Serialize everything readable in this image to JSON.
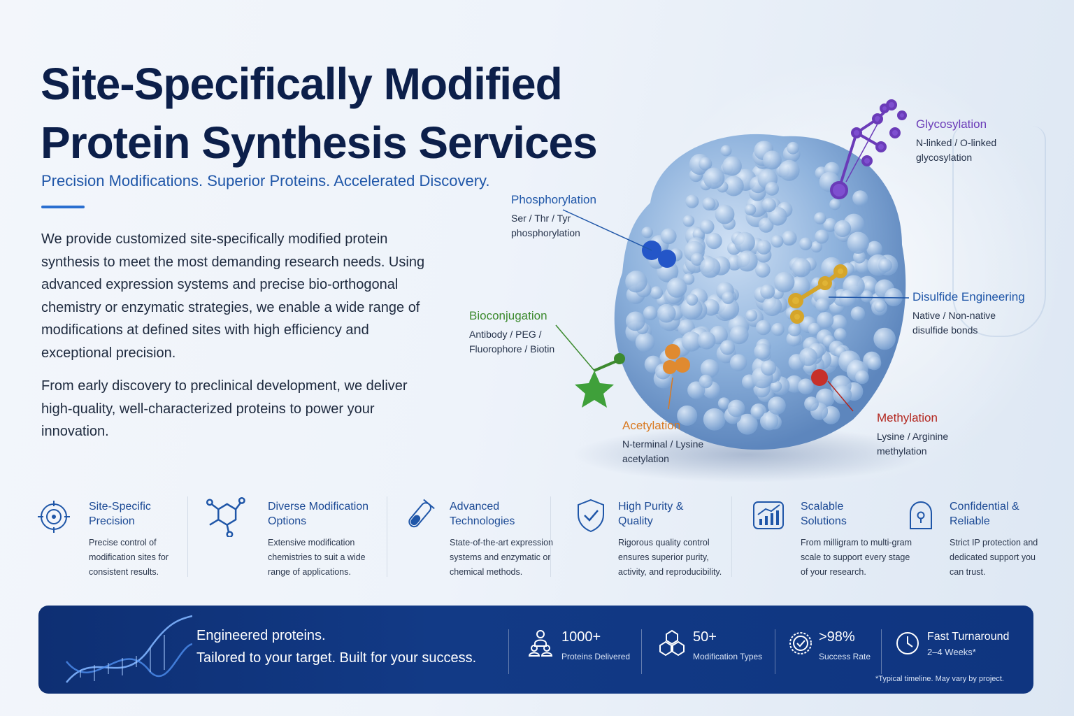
{
  "hero": {
    "title_line1": "Site-Specifically Modified",
    "title_line2": "Protein Synthesis Services",
    "tagline": "Precision Modifications. Superior Proteins. Accelerated Discovery."
  },
  "intro": {
    "p1": "We provide customized site-specifically modified protein synthesis to meet the most demanding research needs. Using advanced expression systems and precise bio-orthogonal chemistry or enzymatic strategies, we enable a wide range of modifications at defined sites with high efficiency and exceptional precision.",
    "p2": "From early discovery to preclinical development, we deliver high-quality, well-characterized proteins to power your innovation."
  },
  "modifications": {
    "glycosylation": {
      "title": "Glycosylation",
      "desc": "N-linked / O-linked glycosylation",
      "color": "#6a3bb8"
    },
    "phosphorylation": {
      "title": "Phosphorylation",
      "desc": "Ser / Thr / Tyr phosphorylation",
      "color": "#1f56a8"
    },
    "disulfide": {
      "title": "Disulfide Engineering",
      "desc": "Native / Non-native disulfide bonds",
      "color": "#1f56a8"
    },
    "bioconjugation": {
      "title": "Bioconjugation",
      "desc": "Antibody / PEG / Fluorophore / Biotin",
      "color": "#3c8a2e"
    },
    "acetylation": {
      "title": "Acetylation",
      "desc": "N-terminal / Lysine acetylation",
      "color": "#d97a22"
    },
    "methylation": {
      "title": "Methylation",
      "desc": "Lysine / Arginine methylation",
      "color": "#b3261e"
    }
  },
  "features": [
    {
      "title": "Site-Specific Precision",
      "desc": "Precise control of modification sites for consistent results.",
      "icon": "target-icon"
    },
    {
      "title": "Diverse Modification Options",
      "desc": "Extensive modification chemistries to suit a wide range of applications.",
      "icon": "molecule-icon"
    },
    {
      "title": "Advanced Technologies",
      "desc": "State-of-the-art expression systems and enzymatic or chemical methods.",
      "icon": "test-tube-icon"
    },
    {
      "title": "High Purity & Quality",
      "desc": "Rigorous quality control ensures superior purity, activity, and reproducibility.",
      "icon": "shield-check-icon"
    },
    {
      "title": "Scalable Solutions",
      "desc": "From milligram to multi-gram scale to support every stage of your research.",
      "icon": "growth-chart-icon"
    },
    {
      "title": "Confidential & Reliable",
      "desc": "Strict IP protection and dedicated support you can trust.",
      "icon": "lock-icon"
    }
  ],
  "banner": {
    "slogan_line1": "Engineered proteins.",
    "slogan_line2": "Tailored to your target. Built for your success.",
    "stats": [
      {
        "value": "1000+",
        "label": "Proteins Delivered",
        "icon": "people-icon"
      },
      {
        "value": "50+",
        "label": "Modification Types",
        "icon": "hexagons-icon"
      },
      {
        "value": ">98%",
        "label": "Success Rate",
        "icon": "badge-check-icon"
      },
      {
        "value": "Fast Turnaround",
        "label": "2–4 Weeks*",
        "icon": "clock-icon"
      }
    ],
    "footnote": "*Typical timeline. May vary by project."
  },
  "colors": {
    "navy": "#0c1f4a",
    "accent_blue": "#1f56a8",
    "banner": "#0f3580"
  }
}
